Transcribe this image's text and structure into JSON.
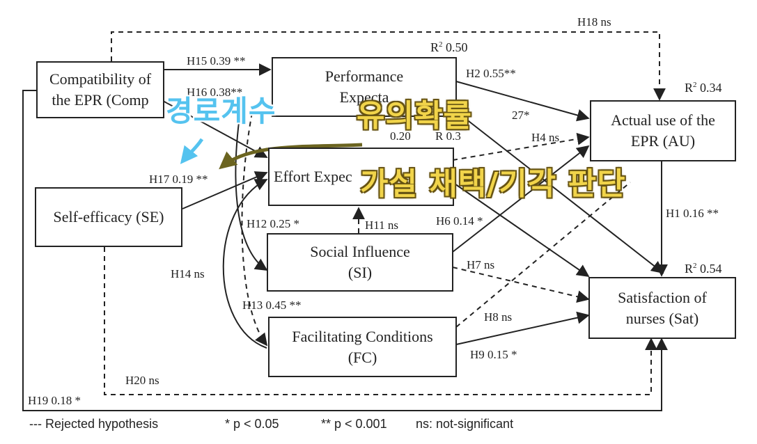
{
  "constructs": {
    "cep": [
      "Compatibility of",
      "the EPR (Comp"
    ],
    "pe": [
      "Performance",
      "Expecta"
    ],
    "ee": [
      "Effort Expec"
    ],
    "se": [
      "Self-efficacy (SE)"
    ],
    "si": [
      "Social Influence",
      "(SI)"
    ],
    "fc": [
      "Facilitating Conditions",
      "(FC)"
    ],
    "au": [
      "Actual use of the",
      "EPR (AU)"
    ],
    "sat": [
      "Satisfaction of",
      "nurses (Sat)"
    ]
  },
  "r_squared": {
    "pe": "0.50",
    "au": "0.34",
    "sat": "0.54",
    "ee_partial": "R 0.3"
  },
  "paths": [
    {
      "id": "H18",
      "text": "H18 ns"
    },
    {
      "id": "H15",
      "text": "H15 0.39 **"
    },
    {
      "id": "H16",
      "text": "H16 0.38**"
    },
    {
      "id": "H2",
      "text": "H2 0.55**"
    },
    {
      "id": "H3_partial",
      "text": "27*"
    },
    {
      "id": "H4",
      "text": "H4 ns"
    },
    {
      "id": "H17",
      "text": "H17 0.19 **"
    },
    {
      "id": "H12",
      "text": "H12  0.25 *"
    },
    {
      "id": "H11",
      "text": "H11 ns"
    },
    {
      "id": "H6",
      "text": "H6  0.14 *"
    },
    {
      "id": "H1",
      "text": "H1 0.16 **"
    },
    {
      "id": "H14",
      "text": "H14 ns"
    },
    {
      "id": "H7",
      "text": "H7  ns"
    },
    {
      "id": "H13",
      "text": "H13  0.45 **"
    },
    {
      "id": "H8",
      "text": "H8  ns"
    },
    {
      "id": "H9",
      "text": "H9  0.15 *"
    },
    {
      "id": "H20",
      "text": "H20  ns"
    },
    {
      "id": "H19",
      "text": "H19  0.18 *"
    },
    {
      "id": "ee_partial2",
      "text": "0.20"
    }
  ],
  "legend": {
    "rejected": "--- Rejected hypothesis",
    "p05": "* p < 0.05",
    "p001": "** p < 0.001",
    "ns": "ns: not-significant"
  },
  "overlays": {
    "path_coefficient": "경로계수",
    "significance": "유의확률",
    "decision": "가설 채택/기각 판단"
  },
  "colors": {
    "line": "#222222",
    "path_coefficient_text": "#55c3ef",
    "significance_text": "#f1d44a",
    "arrow_olive": "#6b6420"
  }
}
